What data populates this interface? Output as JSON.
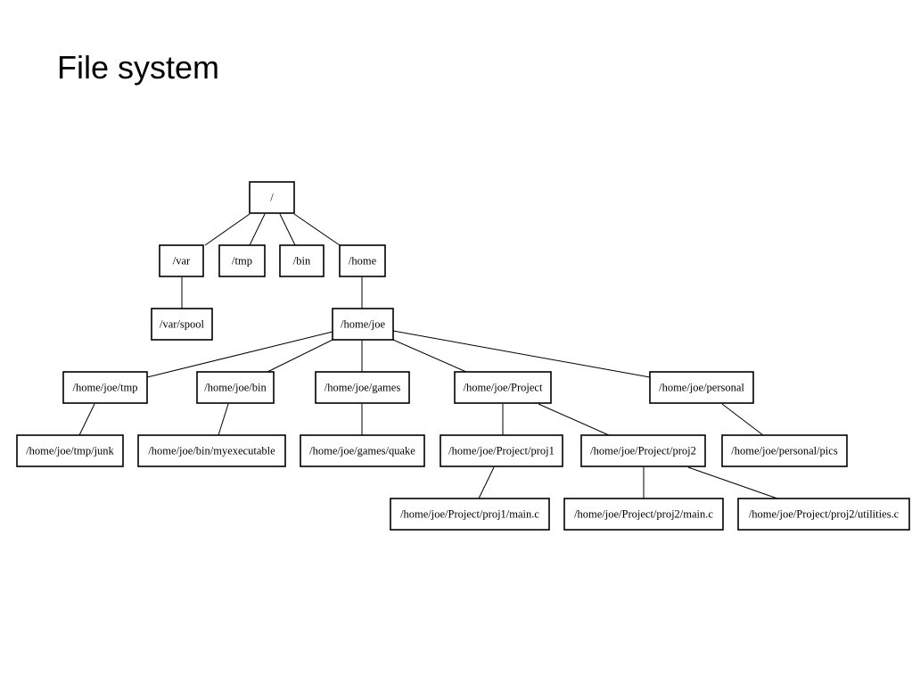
{
  "title": "File system",
  "diagram": {
    "nodes": [
      {
        "id": "root",
        "label": "/"
      },
      {
        "id": "var",
        "label": "/var"
      },
      {
        "id": "tmp",
        "label": "/tmp"
      },
      {
        "id": "bin",
        "label": "/bin"
      },
      {
        "id": "home",
        "label": "/home"
      },
      {
        "id": "var-spool",
        "label": "/var/spool"
      },
      {
        "id": "home-joe",
        "label": "/home/joe"
      },
      {
        "id": "joe-tmp",
        "label": "/home/joe/tmp"
      },
      {
        "id": "joe-bin",
        "label": "/home/joe/bin"
      },
      {
        "id": "joe-games",
        "label": "/home/joe/games"
      },
      {
        "id": "joe-project",
        "label": "/home/joe/Project"
      },
      {
        "id": "joe-personal",
        "label": "/home/joe/personal"
      },
      {
        "id": "joe-tmp-junk",
        "label": "/home/joe/tmp/junk"
      },
      {
        "id": "joe-bin-myexecutable",
        "label": "/home/joe/bin/myexecutable"
      },
      {
        "id": "joe-games-quake",
        "label": "/home/joe/games/quake"
      },
      {
        "id": "joe-project-proj1",
        "label": "/home/joe/Project/proj1"
      },
      {
        "id": "joe-project-proj2",
        "label": "/home/joe/Project/proj2"
      },
      {
        "id": "joe-personal-pics",
        "label": "/home/joe/personal/pics"
      },
      {
        "id": "proj1-main-c",
        "label": "/home/joe/Project/proj1/main.c"
      },
      {
        "id": "proj2-main-c",
        "label": "/home/joe/Project/proj2/main.c"
      },
      {
        "id": "proj2-utilities-c",
        "label": "/home/joe/Project/proj2/utilities.c"
      }
    ],
    "edges": [
      [
        "root",
        "var"
      ],
      [
        "root",
        "tmp"
      ],
      [
        "root",
        "bin"
      ],
      [
        "root",
        "home"
      ],
      [
        "var",
        "var-spool"
      ],
      [
        "home",
        "home-joe"
      ],
      [
        "home-joe",
        "joe-tmp"
      ],
      [
        "home-joe",
        "joe-bin"
      ],
      [
        "home-joe",
        "joe-games"
      ],
      [
        "home-joe",
        "joe-project"
      ],
      [
        "home-joe",
        "joe-personal"
      ],
      [
        "joe-tmp",
        "joe-tmp-junk"
      ],
      [
        "joe-bin",
        "joe-bin-myexecutable"
      ],
      [
        "joe-games",
        "joe-games-quake"
      ],
      [
        "joe-project",
        "joe-project-proj1"
      ],
      [
        "joe-project",
        "joe-project-proj2"
      ],
      [
        "joe-personal",
        "joe-personal-pics"
      ],
      [
        "joe-project-proj1",
        "proj1-main-c"
      ],
      [
        "joe-project-proj2",
        "proj2-main-c"
      ],
      [
        "joe-project-proj2",
        "proj2-utilities-c"
      ]
    ]
  }
}
